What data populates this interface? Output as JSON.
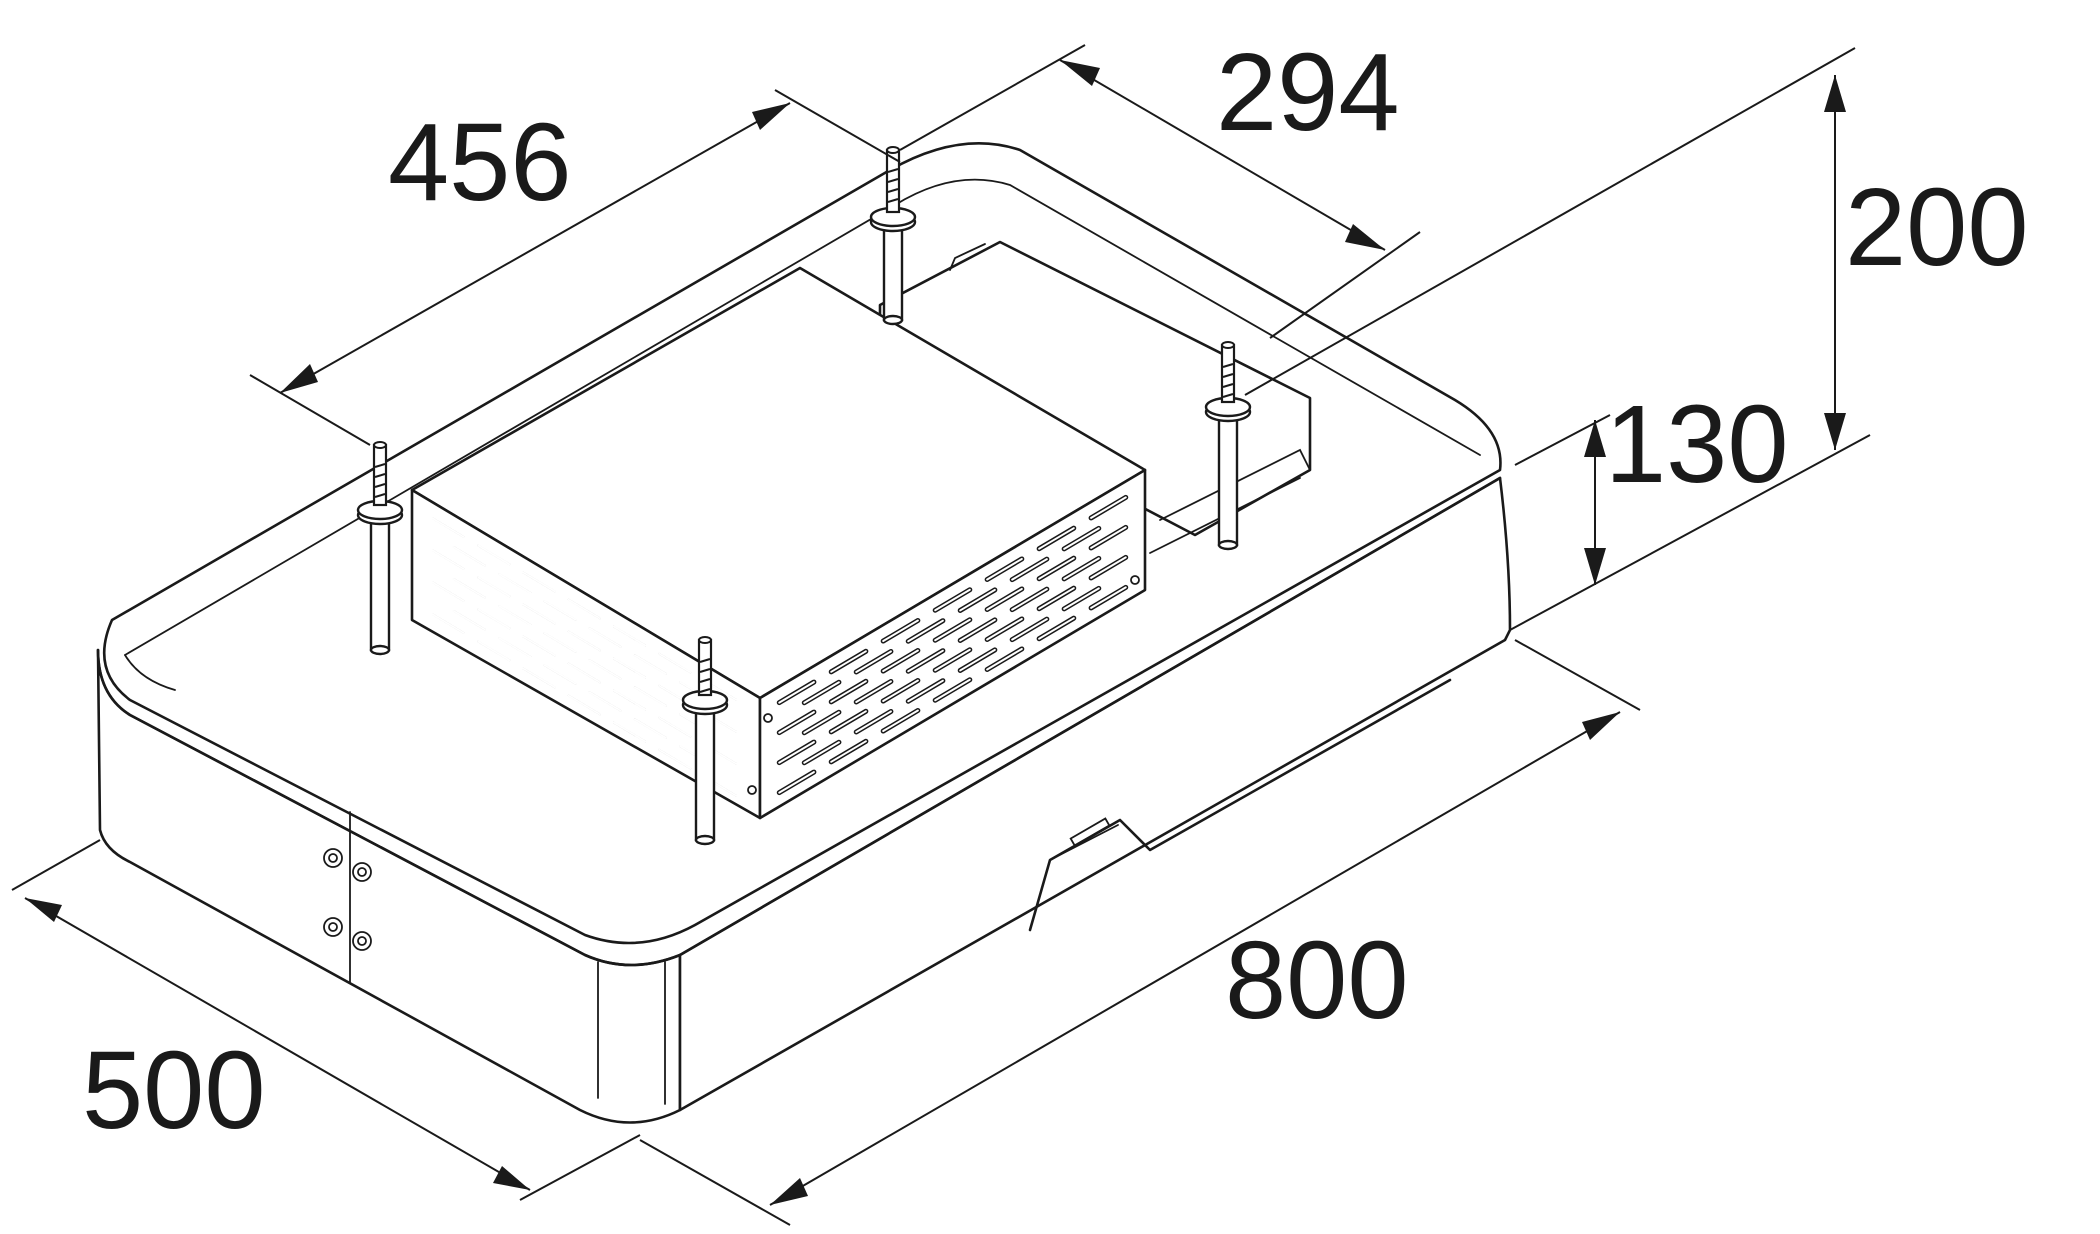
{
  "dimensions": {
    "height_total": "200",
    "height_body": "130",
    "length": "800",
    "depth": "500",
    "motor_length": "456",
    "motor_depth": "294"
  },
  "colors": {
    "line": "#1a1a1a",
    "background": "#ffffff"
  }
}
